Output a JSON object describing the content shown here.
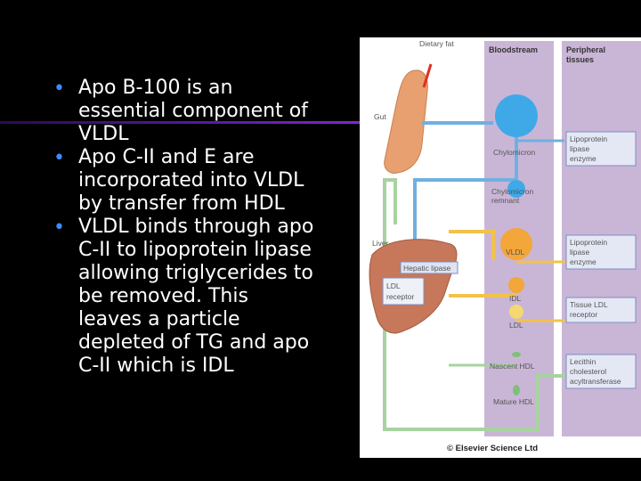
{
  "bullets": [
    "Apo B-100 is an essential component of VLDL",
    "Apo C-II and E are incorporated into VLDL by transfer from HDL",
    "VLDL binds through apo C-II to lipoprotein lipase allowing triglycerides to be removed. This leaves a particle depleted of TG and apo C-II which is IDL"
  ],
  "figure": {
    "dietary_fat": "Dietary fat",
    "bloodstream": "Bloodstream",
    "peripheral_1": "Peripheral",
    "peripheral_2": "tissues",
    "gut": "Gut",
    "chylomicron": "Chylomicron",
    "chylomicron_remnant_1": "Chylomicron",
    "chylomicron_remnant_2": "remnant",
    "liver": "Liver",
    "vldl": "VLDL",
    "hepatic_lipase": "Hepatic lipase",
    "ldl_receptor_1": "LDL",
    "ldl_receptor_2": "receptor",
    "idl": "IDL",
    "ldl": "LDL",
    "nascent_hdl": "Nascent HDL",
    "mature_hdl": "Mature HDL",
    "lpl1_1": "Lipoprotein",
    "lpl1_2": "lipase",
    "lpl1_3": "enzyme",
    "lpl2_1": "Lipoprotein",
    "lpl2_2": "lipase",
    "lpl2_3": "enzyme",
    "tissue_ldl_1": "Tissue LDL",
    "tissue_ldl_2": "receptor",
    "lcat_1": "Lecithin",
    "lcat_2": "cholesterol",
    "lcat_3": "acyltransferase",
    "copyright": "© Elsevier Science Ltd"
  },
  "colors": {
    "bullet": "#3a8cff",
    "bloodstream_band": "#c9b6d6",
    "blue_pathway": "#6fb0e0",
    "orange_pathway": "#f2c24c",
    "green_pathway": "#a7d3a0",
    "liver": "#c7775a"
  }
}
